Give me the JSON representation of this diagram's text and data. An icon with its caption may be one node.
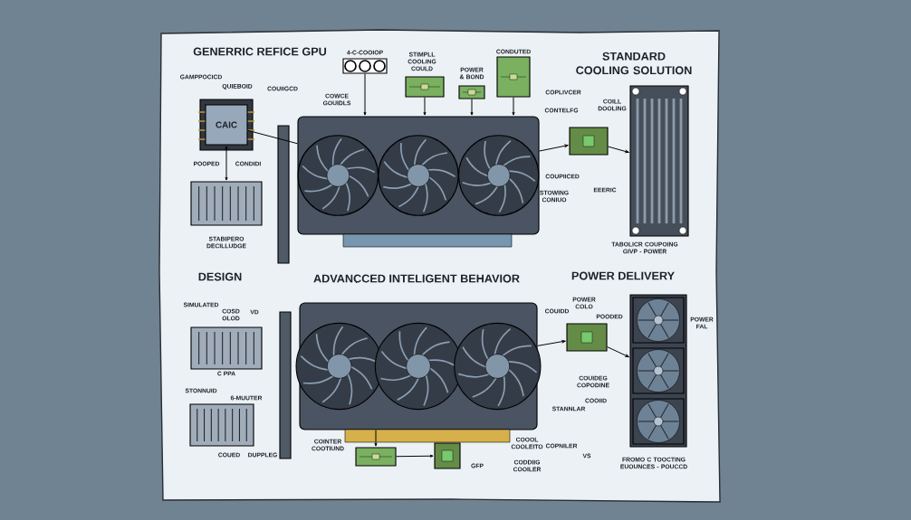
{
  "diagram": {
    "nodes": [
      {
        "text": [],
        "shape": "picture"
      },
      {
        "text": [
          "CAIC"
        ],
        "beside": [
          "GAMPPOCICD",
          "QUIEBOID",
          "COUIIGCD"
        ]
      },
      {
        "text": [],
        "shape": "picture",
        "beside": [
          "POOPED",
          "CONDIDI",
          "STABIPERO DECILLUDGE"
        ]
      },
      {
        "text": [],
        "shape": "picture",
        "beside": [
          "4-C-COOIOP"
        ]
      },
      {
        "text": [],
        "shape": "picture",
        "beside": [
          "STIMPLL COOLING COULD"
        ]
      },
      {
        "text": [],
        "shape": "picture",
        "beside": [
          "POWER & BOND"
        ]
      },
      {
        "text": [],
        "shape": "picture",
        "beside": [
          "CONDUTED"
        ]
      },
      {
        "text": [],
        "shape": "picture"
      },
      {
        "text": [],
        "shape": "picture",
        "beside": [
          "TABOLICR COUPOING GIVP - POWER"
        ]
      },
      {
        "text": [],
        "shape": "picture"
      },
      {
        "text": [],
        "shape": "picture"
      },
      {
        "text": [],
        "shape": "picture"
      },
      {
        "text": [],
        "shape": "picture"
      },
      {
        "text": [],
        "shape": "picture"
      },
      {
        "text": [],
        "shape": "picture"
      },
      {
        "text": [],
        "shape": "picture",
        "beside": [
          "POWER FAL",
          "FROMO C TOOCTING EUOUNCES - POUCCD"
        ]
      }
    ],
    "edges": [
      {
        "from": 1,
        "to": 0,
        "arrow": "none"
      },
      {
        "from": 1,
        "to": 2,
        "arrow": "both"
      },
      {
        "from": 3,
        "to": 0,
        "arrow": "to"
      },
      {
        "from": 4,
        "to": 0,
        "arrow": "to"
      },
      {
        "from": 5,
        "to": 0,
        "arrow": "to"
      },
      {
        "from": 6,
        "to": 0,
        "arrow": "to"
      },
      {
        "from": 0,
        "to": 7,
        "arrow": "to"
      },
      {
        "from": 7,
        "to": 8,
        "arrow": "to"
      },
      {
        "from": 9,
        "to": 14,
        "arrow": "to"
      },
      {
        "from": 14,
        "to": 15,
        "arrow": "to"
      },
      {
        "from": 9,
        "to": 12,
        "arrow": "to"
      },
      {
        "from": 12,
        "to": 13,
        "arrow": "to"
      }
    ],
    "labels": [
      "GENERRIC REFICE GPU",
      "STANDARD COOLING SOLUTION",
      "COWCE GOUIDLS",
      "COPLIVCER",
      "CONTELFG",
      "COILL DOOLING",
      "COUPIICED",
      "EEERIC",
      "STOWING CONIUO",
      "DESIGN",
      "ADVANCCED INTELIGENT BEHAVIOR",
      "POWER DELIVERY",
      "SIMULATED",
      "COSD OLOD",
      "VD",
      "POWER COLO",
      "COUIDD",
      "POODED",
      "C PPA",
      "STONNUID",
      "6-MUUTER",
      "COUIDEG COPODINE",
      "COOIID",
      "STANNLAR",
      "COINTER COOTIUND",
      "COOOL COOLEITO",
      "COUED",
      "DUPPLEG",
      "GFP",
      "CODDIIG COOILER",
      "COPNILER",
      "VS"
    ]
  }
}
